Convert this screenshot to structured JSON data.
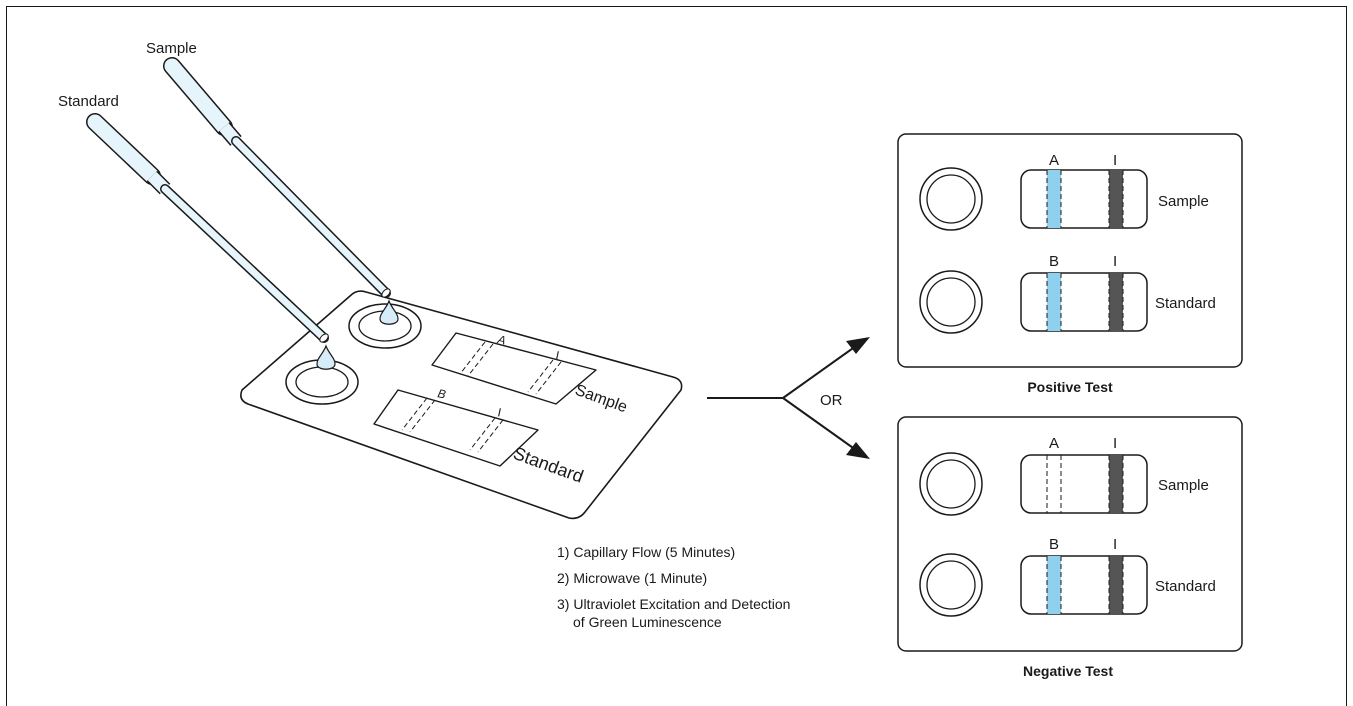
{
  "pipettes": {
    "sample_label": "Sample",
    "standard_label": "Standard"
  },
  "test_card": {
    "strip_a_letter": "A",
    "strip_a_i": "I",
    "strip_a_label": "Sample",
    "strip_b_letter": "B",
    "strip_b_i": "I",
    "strip_b_label": "Standard"
  },
  "split_label": "OR",
  "steps": [
    "1) Capillary Flow (5 Minutes)",
    "2) Microwave (1 Minute)",
    "3) Ultraviolet Excitation and Detection",
    "of Green Luminescence"
  ],
  "results": [
    {
      "caption": "Positive Test",
      "rows": [
        {
          "letter": "A",
          "i": "I",
          "label": "Sample",
          "test_line": "visible"
        },
        {
          "letter": "B",
          "i": "I",
          "label": "Standard",
          "test_line": "visible"
        }
      ]
    },
    {
      "caption": "Negative Test",
      "rows": [
        {
          "letter": "A",
          "i": "I",
          "label": "Sample",
          "test_line": "absent"
        },
        {
          "letter": "B",
          "i": "I",
          "label": "Standard",
          "test_line": "visible"
        }
      ]
    }
  ],
  "colors": {
    "test_line": "#8fd0ee",
    "control_line": "#555555",
    "pipette_fill": "#e6f4fb",
    "outline": "#1a1a1a"
  }
}
